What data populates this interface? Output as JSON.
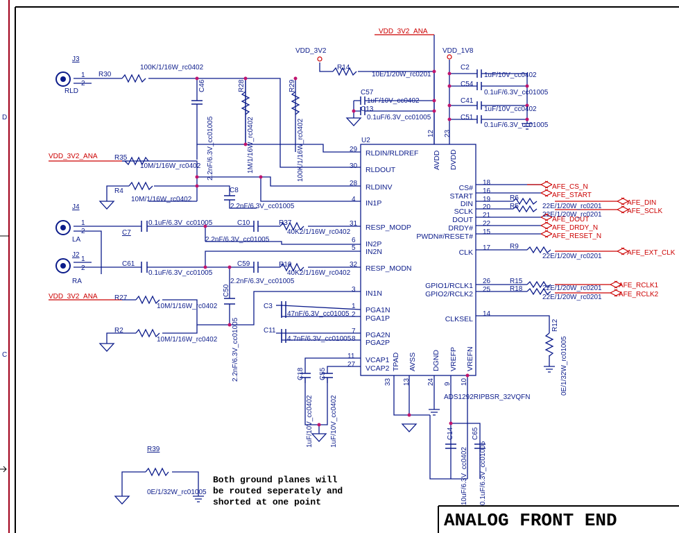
{
  "sheet": {
    "title": "ANALOG FRONT END",
    "note_lines": [
      "Both ground planes will",
      "be routed seperately and",
      "shorted at one point"
    ],
    "zone_labels": [
      "D",
      "C"
    ]
  },
  "connectors": [
    {
      "ref": "J3",
      "pins": [
        "1",
        "2"
      ],
      "label": "RLD"
    },
    {
      "ref": "J4",
      "pins": [
        "1",
        "2"
      ],
      "label": "LA"
    },
    {
      "ref": "J2",
      "pins": [
        "1",
        "2"
      ],
      "label": "RA"
    }
  ],
  "power": {
    "vdd_3v2": "VDD_3V2",
    "vdd_1v8": "VDD_1V8",
    "vdd_3v2_ana": "VDD_3V2_ANA"
  },
  "ic": {
    "ref": "U2",
    "part": "ADS1292RIPBSR_32VQFN",
    "left_pins": [
      {
        "num": "29",
        "name": "RLDIN/RLDREF"
      },
      {
        "num": "30",
        "name": "RLDOUT"
      },
      {
        "num": "28",
        "name": "RLDINV"
      },
      {
        "num": "4",
        "name": "IN1P"
      },
      {
        "num": "31",
        "name": "RESP_MODP"
      },
      {
        "num": "6",
        "name": "IN2P"
      },
      {
        "num": "5",
        "name": "IN2N"
      },
      {
        "num": "32",
        "name": "RESP_MODN"
      },
      {
        "num": "3",
        "name": "IN1N"
      },
      {
        "num": "1",
        "name": "PGA1N"
      },
      {
        "num": "2",
        "name": "PGA1P"
      },
      {
        "num": "7",
        "name": "PGA2N"
      },
      {
        "num": "8",
        "name": "PGA2P"
      },
      {
        "num": "11",
        "name": "VCAP1"
      },
      {
        "num": "27",
        "name": "VCAP2"
      }
    ],
    "right_pins": [
      {
        "num": "18",
        "name": "CS#"
      },
      {
        "num": "16",
        "name": "START"
      },
      {
        "num": "19",
        "name": "DIN"
      },
      {
        "num": "20",
        "name": "SCLK"
      },
      {
        "num": "21",
        "name": "DOUT"
      },
      {
        "num": "22",
        "name": "DRDY#"
      },
      {
        "num": "15",
        "name": "PWDN#/RESET#"
      },
      {
        "num": "17",
        "name": "CLK"
      },
      {
        "num": "26",
        "name": "GPIO1/RCLK1"
      },
      {
        "num": "25",
        "name": "GPIO2/RCLK2"
      },
      {
        "num": "14",
        "name": "CLKSEL"
      }
    ],
    "top_pins": [
      {
        "num": "12",
        "name": "AVDD"
      },
      {
        "num": "23",
        "name": "DVDD"
      }
    ],
    "bottom_pins": [
      {
        "num": "33",
        "name": "TPAD"
      },
      {
        "num": "13",
        "name": "AVSS"
      },
      {
        "num": "24",
        "name": "DGND"
      },
      {
        "num": "9",
        "name": "VREFP"
      },
      {
        "num": "10",
        "name": "VREFN"
      }
    ]
  },
  "nets": {
    "afe_cs_n": "AFE_CS_N",
    "afe_start": "AFE_START",
    "afe_din": "AFE_DIN",
    "afe_sclk": "AFE_SCLK",
    "afe_dout": "AFE_DOUT",
    "afe_drdy_n": "AFE_DRDY_N",
    "afe_reset_n": "AFE_RESET_N",
    "afe_ext_clk": "AFE_EXT_CLK",
    "afe_rclk1": "AFE_RCLK1",
    "afe_rclk2": "AFE_RCLK2"
  },
  "resistors": {
    "r30": {
      "ref": "R30",
      "value": "100K/1/16W_rc0402"
    },
    "r14": {
      "ref": "R14",
      "value": "10E/1/20W_rc0201"
    },
    "r28": {
      "ref": "R28",
      "value": "1M/1/16W_rc0402"
    },
    "r29": {
      "ref": "R29",
      "value": "100K/1/16W_rc0402"
    },
    "r35": {
      "ref": "R35",
      "value": "10M/1/16W_rc0402"
    },
    "r4": {
      "ref": "R4",
      "value": "10M/1/16W_rc0402"
    },
    "r37": {
      "ref": "R37",
      "value": "40K2/1/16W_rc0402"
    },
    "r10": {
      "ref": "R10",
      "value": "40K2/1/16W_rc0402"
    },
    "r27": {
      "ref": "R27",
      "value": "10M/1/16W_rc0402"
    },
    "r2": {
      "ref": "R2",
      "value": "10M/1/16W_rc0402"
    },
    "r6": {
      "ref": "R6",
      "value": "22E/1/20W_rc0201"
    },
    "r5": {
      "ref": "R5",
      "value": "22E/1/20W_rc0201"
    },
    "r9": {
      "ref": "R9",
      "value": "22E/1/20W_rc0201"
    },
    "r15": {
      "ref": "R15",
      "value": "22E/1/20W_rc0201"
    },
    "r18": {
      "ref": "R18",
      "value": "22E/1/20W_rc0201"
    },
    "r12": {
      "ref": "R12",
      "value": "0E/1/32W_rc01005"
    },
    "r39": {
      "ref": "R39",
      "value": "0E/1/32W_rc01005"
    }
  },
  "capacitors": {
    "c46": {
      "ref": "C46",
      "value": "2.2nF/6.3V_cc01005"
    },
    "c8": {
      "ref": "C8",
      "value": "2.2nF/6.3V_cc01005"
    },
    "c7": {
      "ref": "C7",
      "value": "0.1uF/6.3V_cc01005"
    },
    "c10": {
      "ref": "C10",
      "value": "2.2nF/6.3V_cc01005"
    },
    "c61": {
      "ref": "C61",
      "value": "0.1uF/6.3V_cc01005"
    },
    "c59": {
      "ref": "C59",
      "value": "2.2nF/6.3V_cc01005"
    },
    "c50": {
      "ref": "C50",
      "value": "2.2nF/6.3V_cc01005"
    },
    "c3": {
      "ref": "C3",
      "value": "47nF/6.3V_cc01005"
    },
    "c11": {
      "ref": "C11",
      "value": "4.7nF/6.3V_cc01005"
    },
    "c18": {
      "ref": "C18",
      "value": "1uF/10V_cc0402"
    },
    "c55": {
      "ref": "C55",
      "value": "1uF/10V_cc0402"
    },
    "c57": {
      "ref": "C57",
      "value": "1uF/10V_cc0402"
    },
    "c13": {
      "ref": "C13",
      "value": "0.1uF/6.3V_cc01005"
    },
    "c2": {
      "ref": "C2",
      "value": "1uF/10V_cc0402"
    },
    "c54": {
      "ref": "C54",
      "value": "0.1uF/6.3V_cc01005"
    },
    "c41": {
      "ref": "C41",
      "value": "1uF/10V_cc0402"
    },
    "c51": {
      "ref": "C51",
      "value": "0.1uF/6.3V_cc01005"
    },
    "c14": {
      "ref": "C14",
      "value": "10uF/6.3V_cc0402"
    },
    "c65": {
      "ref": "C65",
      "value": "0.1uF/6.3V_cc01005"
    }
  }
}
